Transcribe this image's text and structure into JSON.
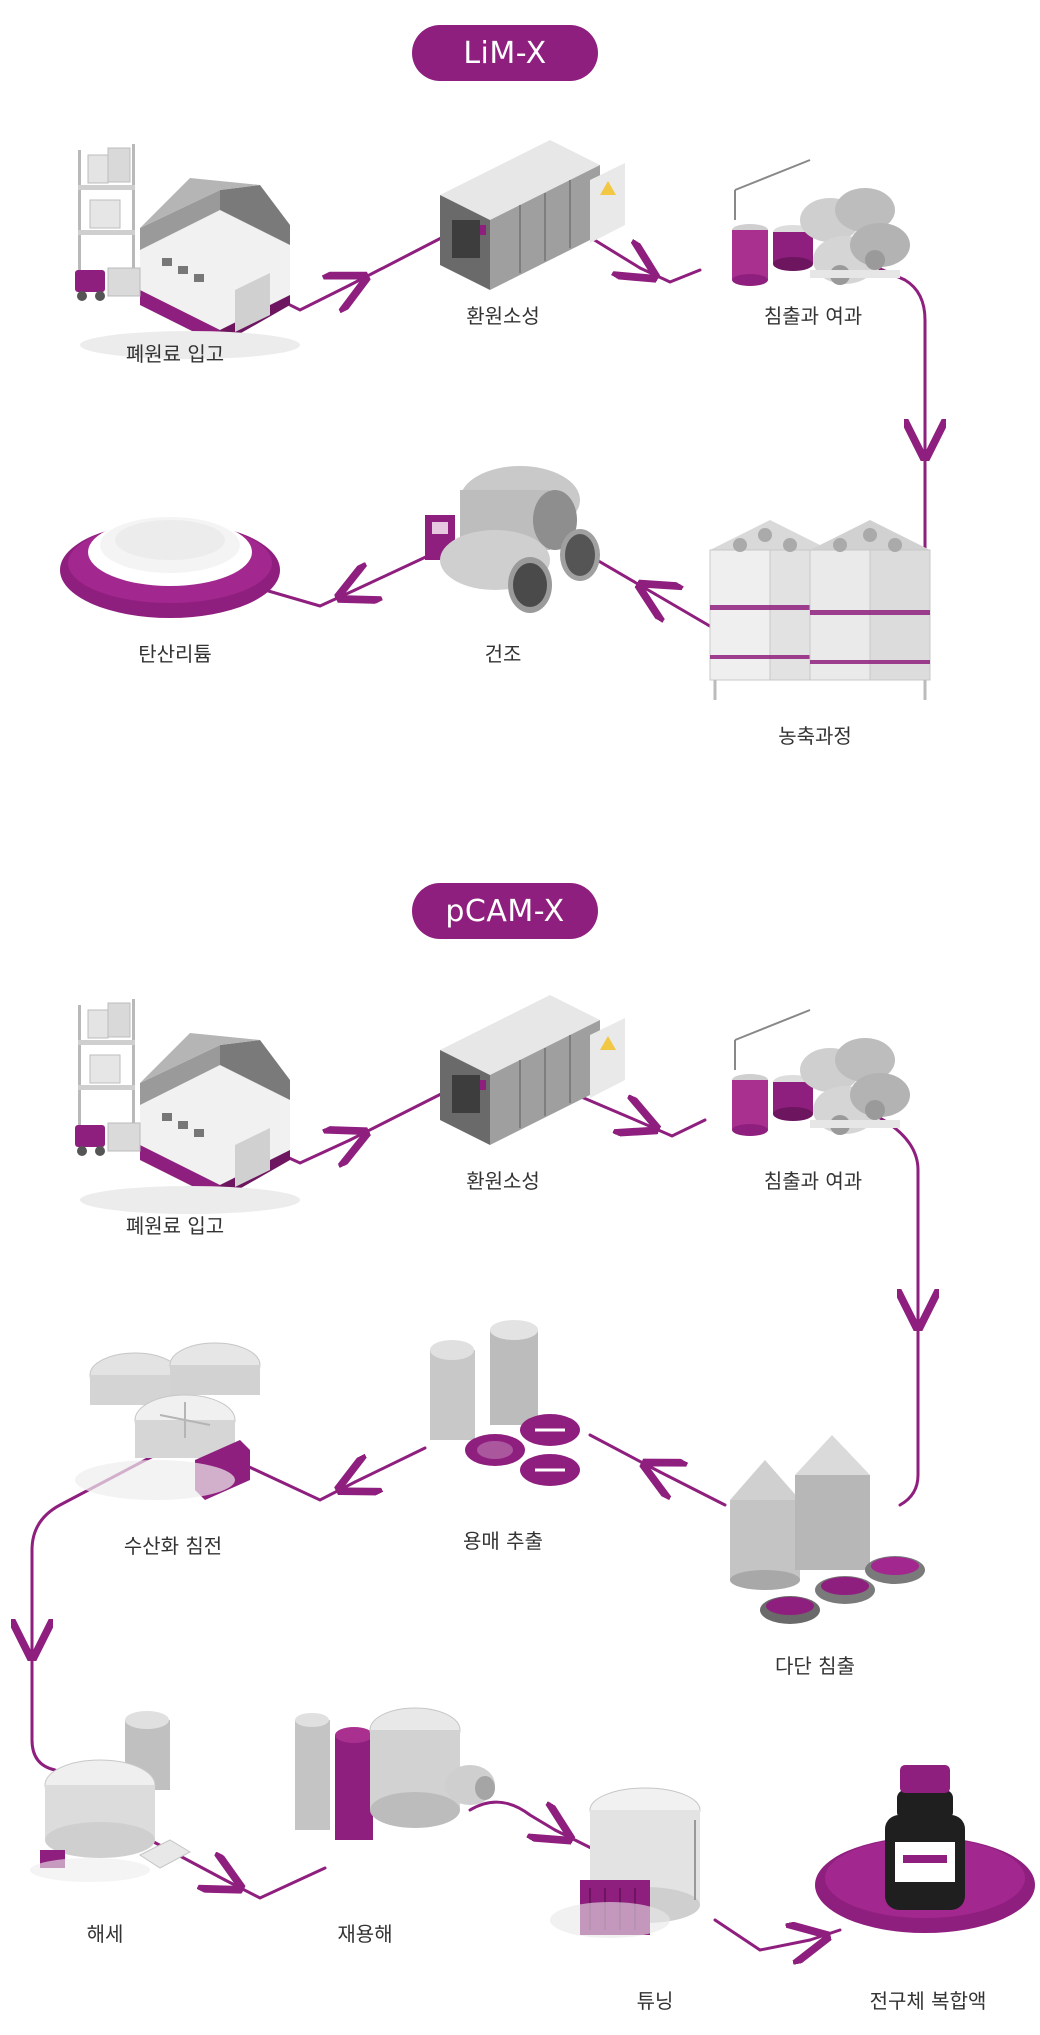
{
  "sections": [
    {
      "title": "LiM-X",
      "steps": [
        "폐원료 입고",
        "환원소성",
        "침출과 여과",
        "농축과정",
        "건조",
        "탄산리튬"
      ]
    },
    {
      "title": "pCAM-X",
      "steps": [
        "폐원료 입고",
        "환원소성",
        "침출과 여과",
        "다단 침출",
        "용매 추출",
        "수산화 침전",
        "해세",
        "재용해",
        "튜닝",
        "전구체 복합액"
      ]
    }
  ],
  "colors": {
    "accent": "#8f1f7e",
    "line": "#8f1f7e",
    "grey_dark": "#6a6a6a",
    "grey_mid": "#a8a8a8",
    "grey_light": "#dcdcdc"
  }
}
